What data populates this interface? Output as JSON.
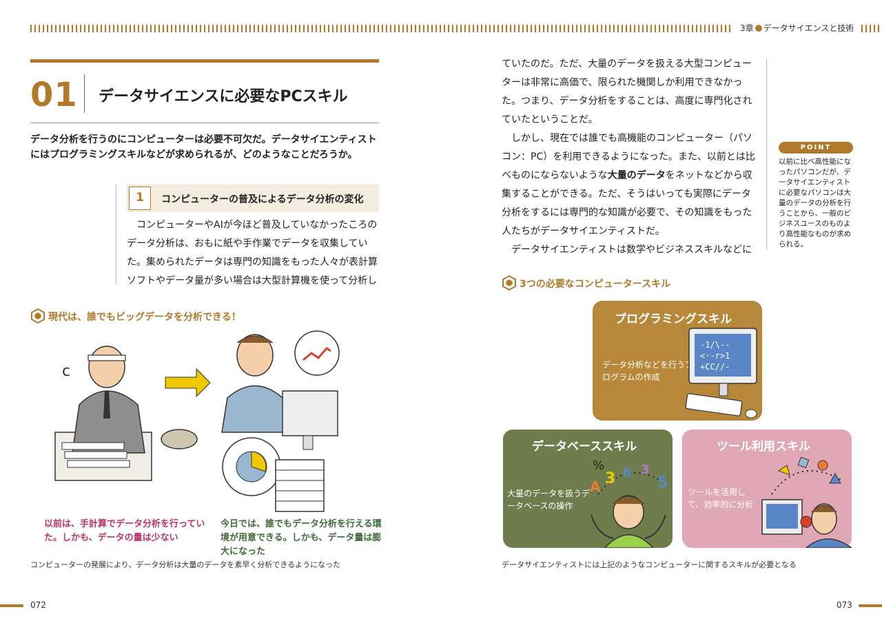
{
  "header": {
    "chapter_prefix": "3章",
    "chapter_title": "データサイエンスと技術"
  },
  "section": {
    "number": "01",
    "title": "データサイエンスに必要なPCスキル",
    "lead": "データ分析を行うのにコンピューターは必要不可欠だ。データサイエンティストにはプログラミングスキルなどが求められるが、どのようなことだろうか。"
  },
  "subsection1": {
    "number": "1",
    "title": "コンピューターの普及によるデータ分析の変化",
    "body": "　コンピューターやAIが今ほど普及していなかったころのデータ分析は、おもに紙や手作業でデータを収集していた。集められたデータは専門の知識をもった人々が表計算ソフトやデータ量が多い場合は大型計算機を使って分析し"
  },
  "right_column": {
    "p1": "ていたのだ。ただ、大量のデータを扱える大型コンピューターは非常に高価で、限られた機関しか利用できなかった。つまり、データ分析をすることは、高度に専門化されていたということだ。",
    "p2_a": "　しかし、現在では誰でも高機能のコンピューター（パソコン：PC）を利用できるようになった。また、以前とは比べものにならないような",
    "p2_bold": "大量のデータ",
    "p2_b": "をネットなどから収集することができる。ただ、そうはいっても実際にデータ分析をするには専門的な知識が必要で、その知識をもった人たちがデータサイエンティストだ。",
    "p3": "　データサイエンティストは数学やビジネススキルなどに"
  },
  "point": {
    "label": "POINT",
    "text": "以前に比べ高性能になったパソコンだが、データサイエンティストに必要なパソコンは大量のデータの分析を行うことから、一般のビジネスユースのものより高性能なものが求められる。"
  },
  "figure_left": {
    "label": "現代は、誰でもビッグデータを分析できる！",
    "caption_before": "以前は、手計算でデータ分析を行っていた。しかも、データの量は少ない",
    "caption_after": "今日では、誰でもデータ分析を行える環境が用意できる。しかも、データ量は膨大になった",
    "caption": "コンピューターの発展により、データ分析は大量のデータを素早く分析できるようになった"
  },
  "figure_right": {
    "label": "3つの必要なコンピュータースキル",
    "skills": [
      {
        "title": "プログラミングスキル",
        "desc": "データ分析などを行うプログラムの作成"
      },
      {
        "title": "データベーススキル",
        "desc": "大量のデータを扱うデータベースの操作"
      },
      {
        "title": "ツール利用スキル",
        "desc": "ツールを活用して、効率的に分析"
      }
    ],
    "caption": "データサイエンティストには上記のようなコンピューターに関するスキルが必要となる"
  },
  "pages": {
    "left": "072",
    "right": "073"
  },
  "colors": {
    "accent": "#b07a2a",
    "pink_caption": "#b8336a",
    "green_caption": "#3d6b3a",
    "prog_box": "#b8883a",
    "db_box": "#6f7d4c",
    "tool_box": "#e0a8b4"
  }
}
